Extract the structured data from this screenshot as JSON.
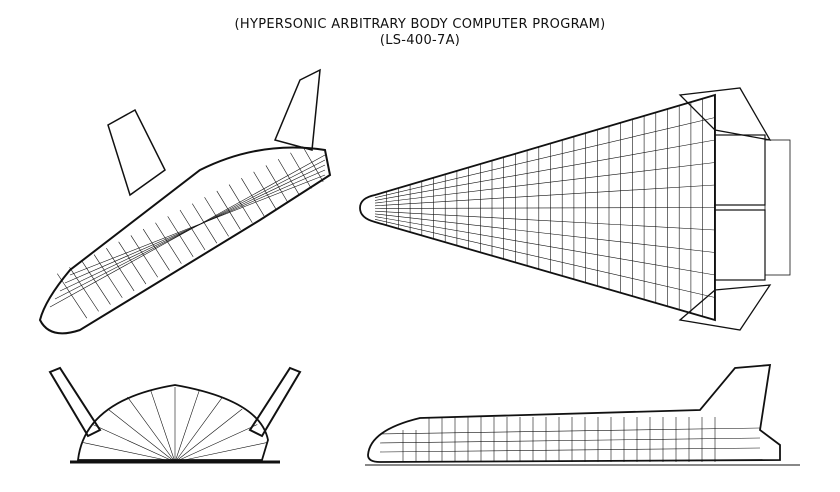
{
  "figure": {
    "title": "(HYPERSONIC ARBITRARY BODY COMPUTER PROGRAM)",
    "subtitle": "(LS-400-7A)",
    "views": [
      "isometric",
      "top",
      "front",
      "side"
    ]
  }
}
